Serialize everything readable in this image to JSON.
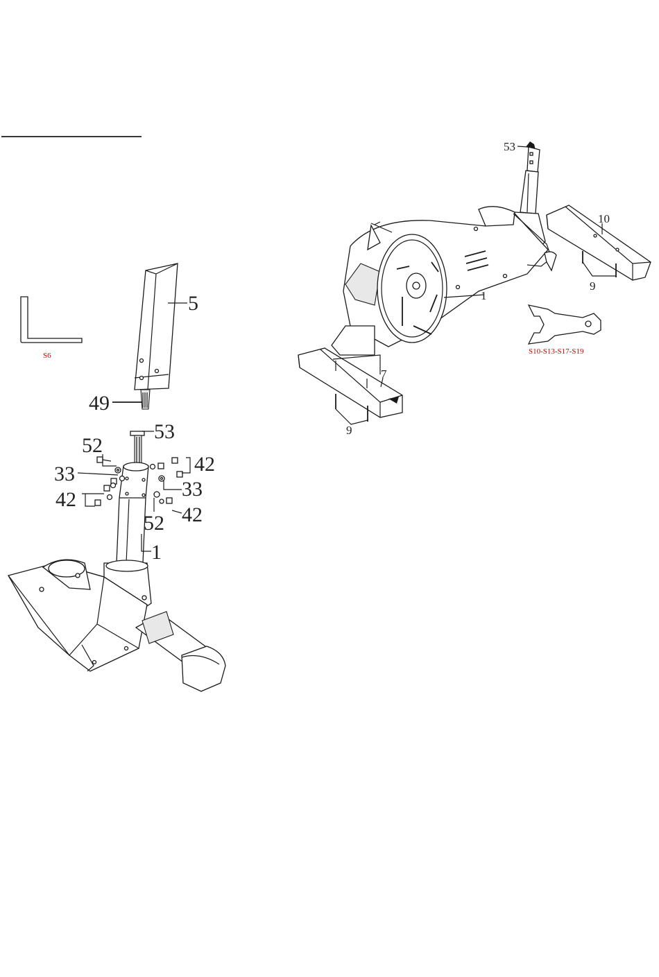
{
  "colors": {
    "line": "#1a1a1a",
    "tool_label": "#cc0000",
    "background": "#ffffff"
  },
  "left_assembly": {
    "callouts": {
      "c5": "5",
      "c49": "49",
      "c53": "53",
      "c52a": "52",
      "c42a": "42",
      "c33a": "33",
      "c33b": "33",
      "c42b": "42",
      "c52b": "52",
      "c42c": "42",
      "c1": "1"
    },
    "tool_label": "S6"
  },
  "right_assembly": {
    "callouts": {
      "c53": "53",
      "c10": "10",
      "c9a": "9",
      "c1": "1",
      "c7": "7",
      "c9b": "9"
    },
    "tool_label": "S10-S13-S17-S19"
  }
}
